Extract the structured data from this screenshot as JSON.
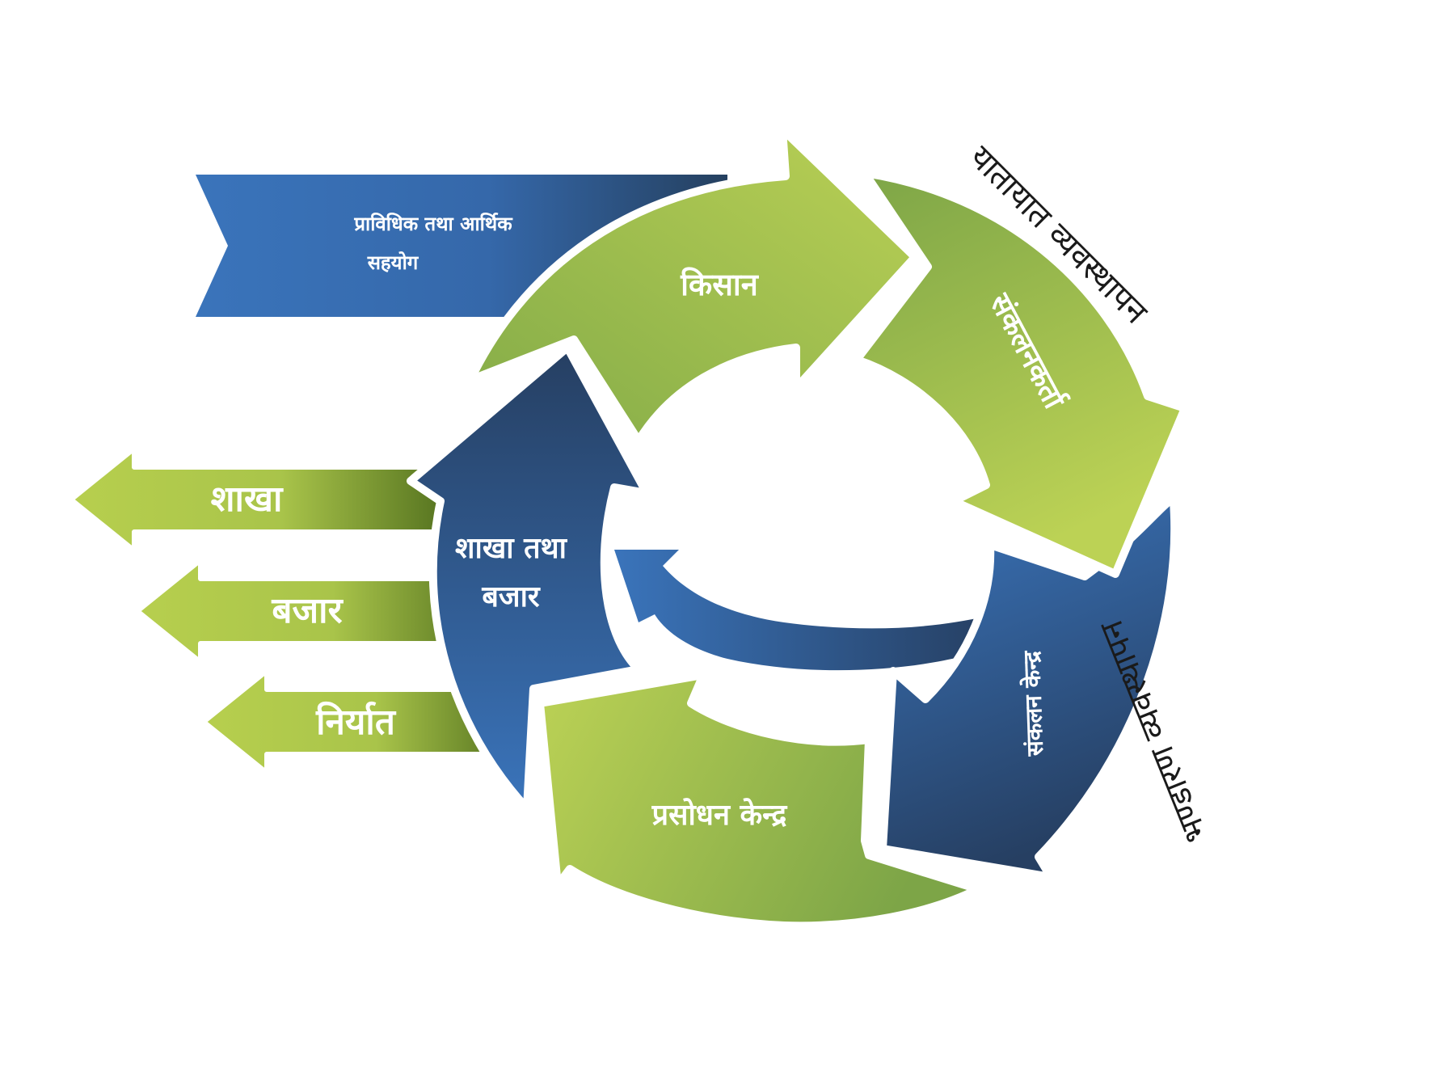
{
  "support_banner": {
    "line1": "प्राविधिक तथा आर्थिक",
    "line2": "सहयोग"
  },
  "cycle": {
    "farmer": "किसान",
    "collector": "संकलनकर्ता",
    "collection_center": "संकलन केन्द्र",
    "processing_center": "प्रसोधन केन्द्र",
    "branch_market_line1": "शाखा तथा",
    "branch_market_line2": "बजार"
  },
  "outputs": {
    "branch": "शाखा",
    "market": "बजार",
    "export": "निर्यात"
  },
  "side_labels": {
    "transport": "यातायात व्यवस्थापन",
    "storage": "भण्डारण व्यवस्थापन"
  },
  "colors": {
    "green_light": "#b7cf4e",
    "green_dark": "#83ab48",
    "blue_light": "#3a74bb",
    "blue_dark": "#263f62"
  }
}
